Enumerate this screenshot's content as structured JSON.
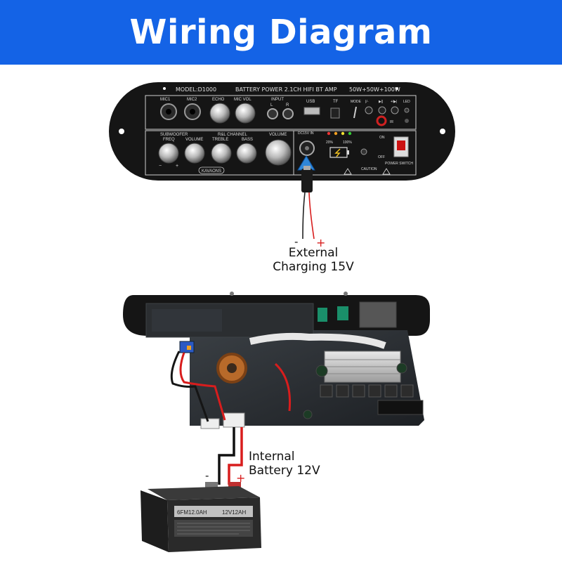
{
  "banner": {
    "title": "Wiring Diagram"
  },
  "amp_panel": {
    "model": "MODEL:D1000",
    "product": "BATTERY POWER 2.1CH HIFI BT AMP",
    "power": "50W+50W+100W",
    "labels": {
      "mic1": "MIC1",
      "mic2": "MIC2",
      "echo": "ECHO",
      "mic_vol": "MIC VOL",
      "input": "INPUT",
      "input_l": "L",
      "input_r": "R",
      "usb": "USB",
      "tf": "TF",
      "mode": "MODE",
      "prev": "|/-",
      "play": "▶||",
      "next": "+/▶|",
      "led": "LED",
      "ir": "IR",
      "subwoofer": "SUBWOOFER",
      "freq": "FREQ",
      "sub_volume": "VOLUME",
      "channel": "R&L CHANNEL",
      "treble": "TREBLE",
      "bass": "BASS",
      "volume": "VOLUME",
      "dc_in": "DC15V IN",
      "pct20": "20%",
      "pct100": "100%",
      "on": "ON",
      "off": "OFF",
      "power_switch": "POWER SWITCH",
      "caution": "CAUTION",
      "brand": "KAVAONS"
    }
  },
  "external": {
    "minus": "-",
    "plus": "+",
    "label_line1": "External",
    "label_line2": "Charging 15V"
  },
  "internal": {
    "minus": "-",
    "plus": "+",
    "label_line1": "Internal",
    "label_line2": "Battery 12V"
  },
  "battery": {
    "model": "6FM12.0AH",
    "voltage": "12V12AH"
  },
  "colors": {
    "banner": "#1463e6",
    "panel": "#151515",
    "wire_red": "#d81d1d",
    "arrow": "#2f86d8"
  }
}
